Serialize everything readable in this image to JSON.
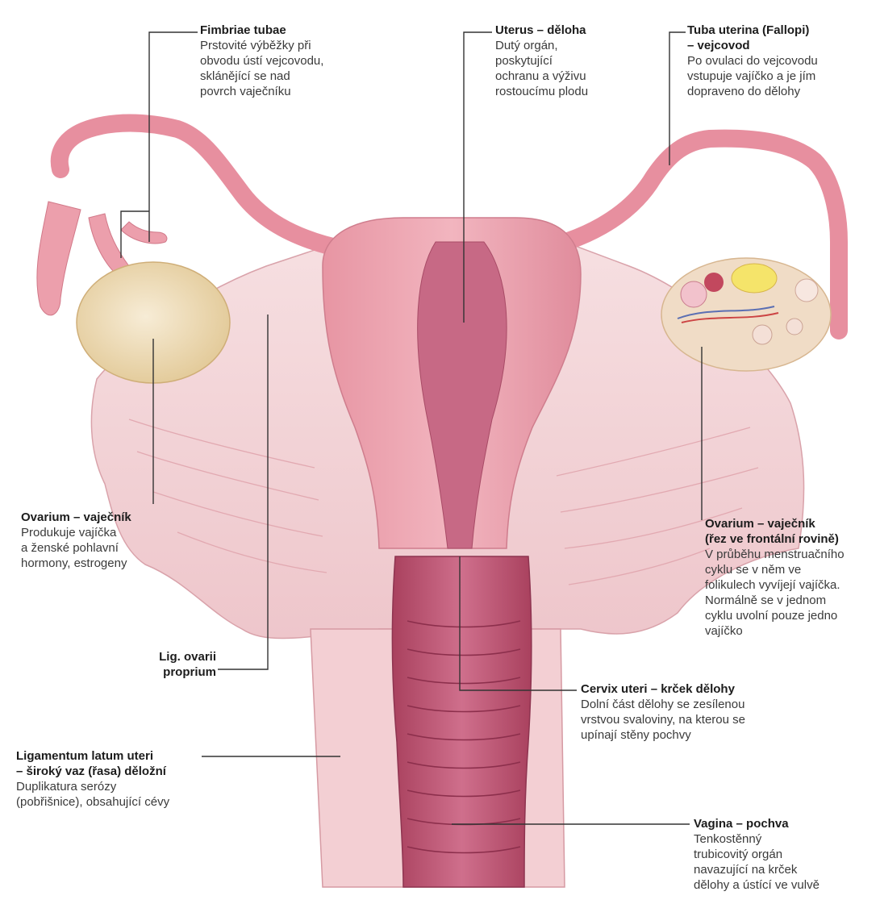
{
  "labels": {
    "fimbriae": {
      "title": "Fimbriae tubae",
      "desc": "Prstovité výběžky při\nobvodu ústí vejcovodu,\nsklánějící se nad\npovrch vaječníku"
    },
    "uterus": {
      "title": "Uterus – děloha",
      "desc": "Dutý orgán,\nposkytující\nochranu a výživu\nrostoucímu plodu"
    },
    "tuba": {
      "title": "Tuba uterina (Fallopi)\n– vejcovod",
      "desc": "Po ovulaci do vejcovodu\nvstupuje vajíčko a je jím\ndopraveno do dělohy"
    },
    "ovarium_left": {
      "title": "Ovarium – vaječník",
      "desc": "Produkuje vajíčka\na ženské pohlavní\nhormony, estrogeny"
    },
    "ovarium_right": {
      "title": "Ovarium – vaječník\n(řez ve frontální rovině)",
      "desc": "V průběhu menstruačního\ncyklu se v něm ve\nfolikulech vyvíjejí vajíčka.\nNormálně se v jednom\ncyklu uvolní pouze jedno\nvajíčko"
    },
    "lig_ovarii": {
      "title": "Lig. ovarii\nproprium"
    },
    "cervix": {
      "title": "Cervix uteri – krček dělohy",
      "desc": "Dolní část dělohy se zesílenou\nvrstvou svaloviny, na kterou se\nupínají stěny pochvy"
    },
    "ligamentum": {
      "title": "Ligamentum latum uteri\n– široký vaz (řasa) děložní",
      "desc": "Duplikatura serózy\n(pobřišnice), obsahující cévy"
    },
    "vagina": {
      "title": "Vagina – pochva",
      "desc": "Tenkostěnný\ntrubicovitý orgán\nnavazující na krček\ndělohy a ústící ve vulvě"
    }
  },
  "colors": {
    "ligament": "#f4d3d6",
    "ligament_fold": "#e7b5bb",
    "uterus_body": "#efa7b2",
    "uterus_shadow": "#d98493",
    "cavity": "#cc6f88",
    "vagina_wall": "#b8526f",
    "ovary": "#efdcb8",
    "tube": "#e78f9f",
    "leader": "#333333"
  }
}
